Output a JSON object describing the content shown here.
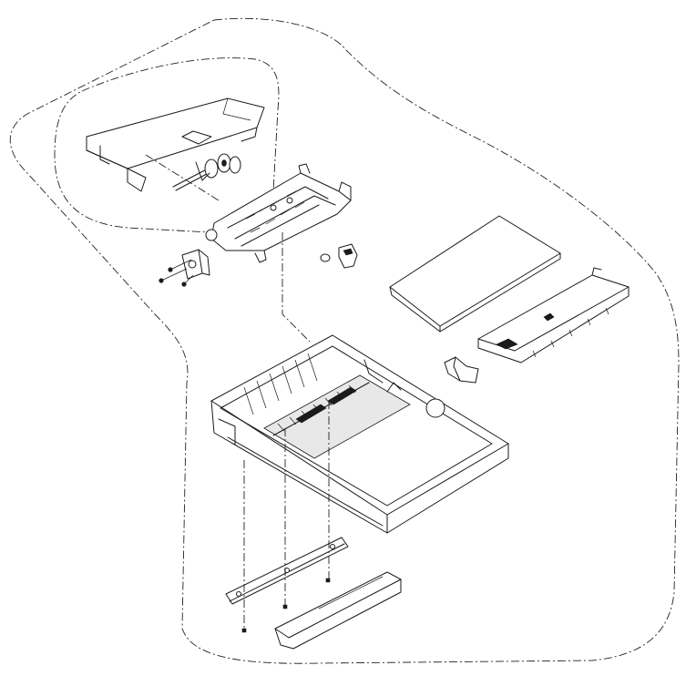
{
  "diagram": {
    "type": "exploded-parts-view",
    "text_labels": [],
    "parts": [
      "upper-feed-cover",
      "pickup-roller-assembly",
      "paper-feed-frame",
      "side-bracket",
      "small-bracket",
      "roller-ring",
      "flat-cover-plate",
      "long-rail-bracket",
      "small-latch",
      "paper-tray-base",
      "bottom-rail-bracket",
      "bottom-guide-plate",
      "mounting-screws"
    ]
  },
  "colors": {
    "line": "#1a1a1a",
    "background": "#ffffff",
    "shade": "#e8e8e8"
  }
}
